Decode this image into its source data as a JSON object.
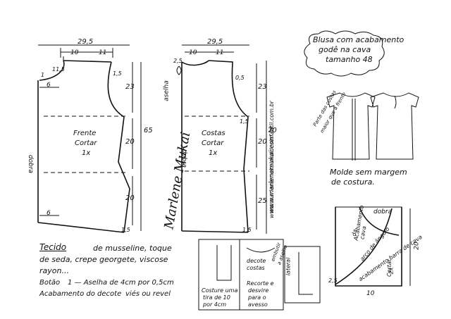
{
  "title": {
    "line1": "Blusa com acabamento",
    "line2": "godê na cava",
    "line3": "tamanho 48"
  },
  "front": {
    "width": "29,5",
    "top_left": "10",
    "top_right": "11",
    "shoulder_drop": "1,5",
    "neck_drop": "11,5",
    "left_neck": "1",
    "side_top": "6",
    "armhole": "23",
    "mid": "20",
    "hip": "20",
    "bottom": "6",
    "hem": "1,5",
    "total_length": "65",
    "piece_name": "Frente",
    "cut_label": "Cortar",
    "cut_qty": "1x",
    "fold_label": "dobra"
  },
  "back": {
    "width": "29,5",
    "top_left": "10",
    "top_right": "11",
    "neck_drop": "2,5",
    "shoulder_drop": "0,5",
    "side_top": "1,5",
    "armhole": "23",
    "mid": "20",
    "lower": "25",
    "hem": "1,5",
    "total_length": "70",
    "piece_name": "Costas",
    "cut_label": "Cortar",
    "cut_qty": "1x",
    "fold_label": "dobra",
    "loop_label": "aselha"
  },
  "signature": "Marlene Mukai",
  "site_lines": [
    "www.marlenemukai.com.br",
    "www.marlenemukaimoldesinfantil.com.br"
  ],
  "photo_note": {
    "line1": "Parte das costas",
    "line2": "maior que a frente"
  },
  "photo_caption": {
    "line1": "Molde sem margem",
    "line2": "de costura."
  },
  "fabric": {
    "label": "Tecido",
    "line1": "de musseline, toque",
    "line2": "de seda, crepe georgete, viscose",
    "line3": "rayon...",
    "button_label": "Botão",
    "button_value": "1 — Aselha de 4cm por 0,5cm",
    "finish_label": "Acabamento do decote",
    "finish_value": "viés ou revel"
  },
  "detail_boxes": {
    "stitch_text": [
      "Costure uma",
      "tira de 10",
      "por 4cm"
    ],
    "neck_label": [
      "decote",
      "costas"
    ],
    "bias_label": [
      "embutir",
      "a aselha"
    ],
    "cut_text": [
      "Recorte e",
      "desvire",
      "para o",
      "avesso"
    ],
    "lateral_label": "lateral"
  },
  "godet": {
    "fold_top": "dobra",
    "finish_label": [
      "Acabamento",
      "da",
      "cava"
    ],
    "arc_label": "arco de ângulo",
    "bottom_label": "acabamento barra de cava",
    "cut_label": [
      "Cortar",
      "2x"
    ],
    "height": "20",
    "side": "2,5",
    "bottom_dim": "10"
  }
}
